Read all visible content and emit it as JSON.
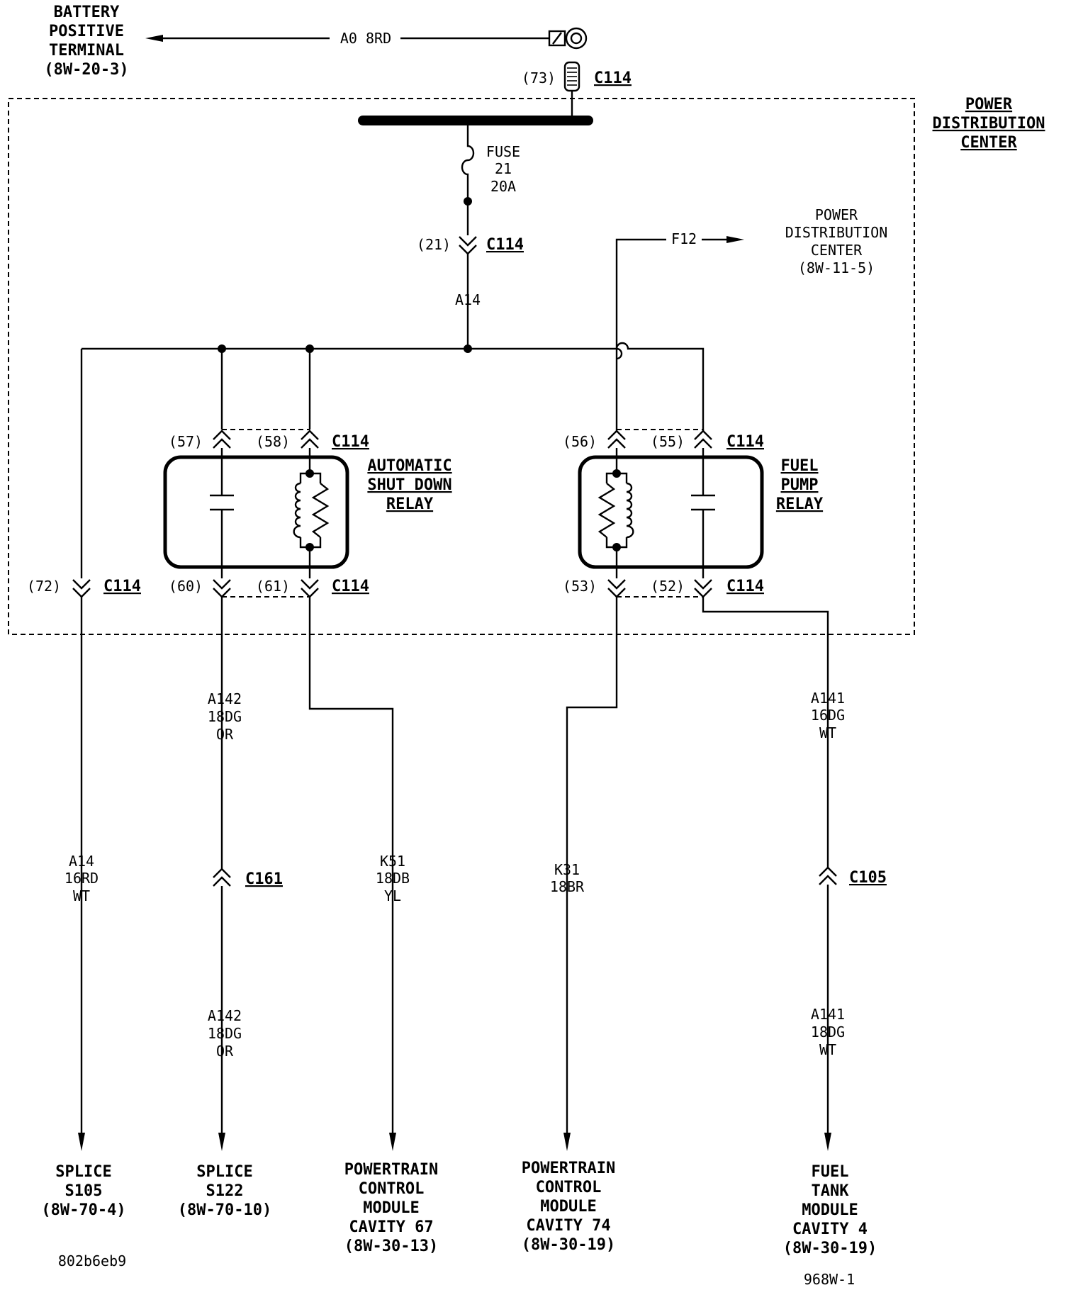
{
  "battery": {
    "lines": [
      "BATTERY",
      "POSITIVE",
      "TERMINAL",
      "(8W-20-3)"
    ],
    "wire": "A0 8RD"
  },
  "c114_top": {
    "cavity": "(73)",
    "name": "C114"
  },
  "pdc": {
    "lines": [
      "POWER",
      "DISTRIBUTION",
      "CENTER"
    ]
  },
  "fuse": {
    "lines": [
      "FUSE",
      "21",
      "20A"
    ]
  },
  "c114_fuse": {
    "cavity": "(21)",
    "name": "C114"
  },
  "wire_a14_top": "A14",
  "f12": {
    "wire": "F12",
    "lines": [
      "POWER",
      "DISTRIBUTION",
      "CENTER",
      "(8W-11-5)"
    ]
  },
  "asd_top": {
    "cav_a": "(57)",
    "cav_b": "(58)",
    "name": "C114"
  },
  "fp_top": {
    "cav_a": "(56)",
    "cav_b": "(55)",
    "name": "C114"
  },
  "asd_relay": {
    "lines": [
      "AUTOMATIC",
      "SHUT DOWN",
      "RELAY"
    ]
  },
  "fp_relay": {
    "lines": [
      "FUEL",
      "PUMP",
      "RELAY"
    ]
  },
  "c72": {
    "cavity": "(72)",
    "name": "C114"
  },
  "asd_bot": {
    "cav_a": "(60)",
    "cav_b": "(61)",
    "name": "C114"
  },
  "fp_bot": {
    "cav_a": "(53)",
    "cav_b": "(52)",
    "name": "C114"
  },
  "wire_a142_1": [
    "A142",
    "18DG",
    "OR"
  ],
  "wire_a141_1": [
    "A141",
    "16DG",
    "WT"
  ],
  "wire_a14_bot": [
    "A14",
    "16RD",
    "WT"
  ],
  "wire_k51": [
    "K51",
    "18DB",
    "YL"
  ],
  "wire_k31": [
    "K31",
    "18BR"
  ],
  "wire_a142_2": [
    "A142",
    "18DG",
    "OR"
  ],
  "wire_a141_2": [
    "A141",
    "18DG",
    "WT"
  ],
  "c161": "C161",
  "c105": "C105",
  "dest_s105": [
    "SPLICE",
    "S105",
    "(8W-70-4)"
  ],
  "dest_s122": [
    "SPLICE",
    "S122",
    "(8W-70-10)"
  ],
  "dest_pcm67": [
    "POWERTRAIN",
    "CONTROL",
    "MODULE",
    "CAVITY 67",
    "(8W-30-13)"
  ],
  "dest_pcm74": [
    "POWERTRAIN",
    "CONTROL",
    "MODULE",
    "CAVITY 74",
    "(8W-30-19)"
  ],
  "dest_ftm": [
    "FUEL",
    "TANK",
    "MODULE",
    "CAVITY 4",
    "(8W-30-19)"
  ],
  "code_left": "802b6eb9",
  "code_right": "968W-1"
}
